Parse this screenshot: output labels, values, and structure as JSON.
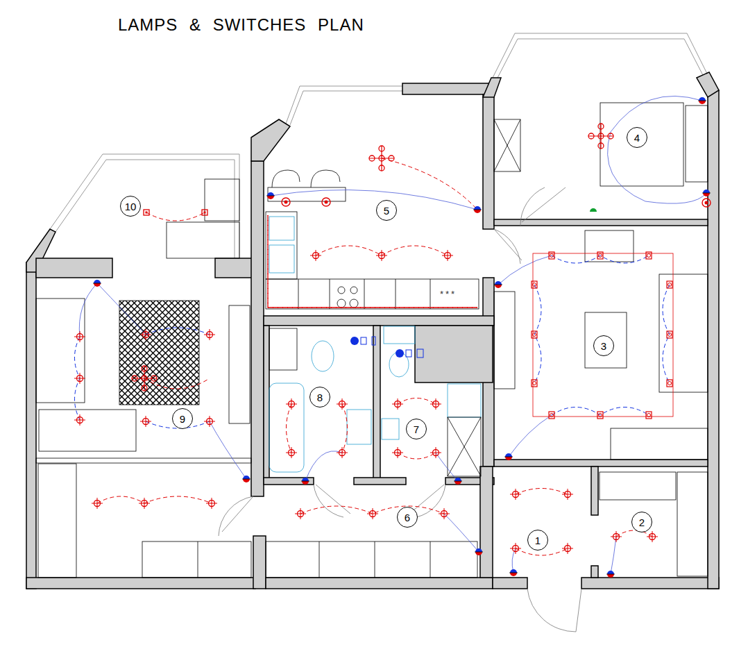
{
  "diagram": {
    "title": "LAMPS & SWITCHES PLAN",
    "nodes": [
      {
        "text": [
          "1"
        ]
      },
      {
        "text": [
          "2"
        ]
      },
      {
        "text": [
          "3"
        ]
      },
      {
        "text": [
          "4"
        ]
      },
      {
        "text": [
          "5"
        ]
      },
      {
        "text": [
          "6"
        ]
      },
      {
        "text": [
          "7"
        ]
      },
      {
        "text": [
          "8"
        ]
      },
      {
        "text": [
          "9"
        ]
      },
      {
        "text": [
          "10"
        ]
      }
    ],
    "labels": [
      "***"
    ]
  }
}
